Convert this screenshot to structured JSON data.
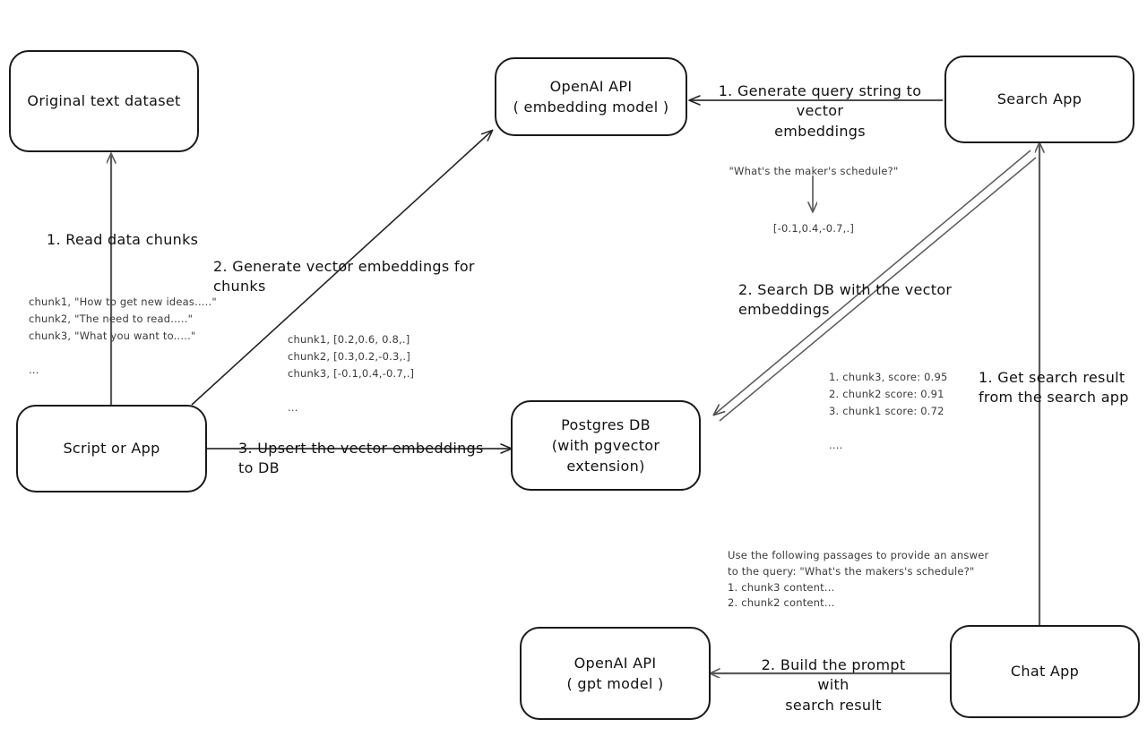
{
  "diagram": {
    "title": "Vector search and RAG pipeline diagram",
    "stroke_color": "#1a1a1a",
    "arrow_color": "#5a5a5a",
    "note_color": "#3a3a3a",
    "background": "#ffffff"
  },
  "nodes": {
    "original_dataset": {
      "label": "Original text dataset"
    },
    "script_or_app": {
      "label": "Script or App"
    },
    "openai_embedding": {
      "label": "OpenAI API\n( embedding model )"
    },
    "postgres_db": {
      "label": "Postgres DB\n(with pgvector extension)"
    },
    "search_app": {
      "label": "Search App"
    },
    "chat_app": {
      "label": "Chat App"
    },
    "openai_gpt": {
      "label": "OpenAI API\n( gpt model )"
    }
  },
  "edge_labels": {
    "read_data_chunks": "1. Read data chunks",
    "generate_vector_embeddings": "2. Generate vector embeddings for chunks",
    "upsert_to_db": "3. Upsert the vector embeddings  to DB",
    "generate_query_string": "1. Generate query string to vector\nembeddings",
    "search_db": "2. Search DB with the vector embeddings",
    "get_search_result": "1. Get search result\nfrom the search app",
    "build_prompt": "2. Build the prompt with\nsearch result"
  },
  "notes": {
    "chunks_text": "chunk1, \"How to get new ideas.....\"\nchunk2, \"The need to read.....\"\nchunk3, \"What you want to.....\"\n\n...",
    "chunk_embeddings": "chunk1, [0.2,0.6, 0.8,.]\nchunk2, [0.3,0.2,-0.3,.]\nchunk3, [-0.1,0.4,-0.7,.]\n\n...",
    "query_string": "\"What's the maker's schedule?\"",
    "query_embedding": "[-0.1,0.4,-0.7,.]",
    "search_results": "1. chunk3, score: 0.95\n2. chunk2 score: 0.91\n3. chunk1 score: 0.72\n\n....",
    "prompt_text": "Use the following passages to provide an answer\nto the query: \"What's the makers's schedule?\"\n1. chunk3 content...\n2. chunk2 content..."
  }
}
